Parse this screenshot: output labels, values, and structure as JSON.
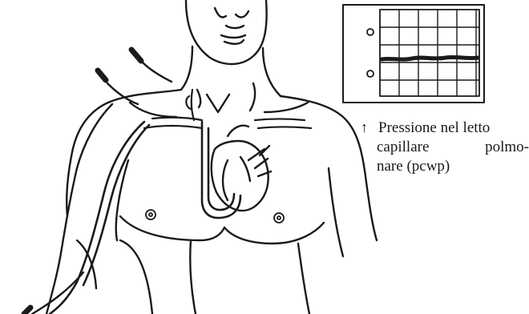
{
  "caption": {
    "arrow_icon": "up-arrow-icon",
    "line1": "Pressione nel letto",
    "line2_word1": "capillare",
    "line2_word2": "polmo-",
    "line3": "nare (pcwp)"
  },
  "colors": {
    "ink": "#1a1a1a",
    "paper": "#ffffff"
  }
}
